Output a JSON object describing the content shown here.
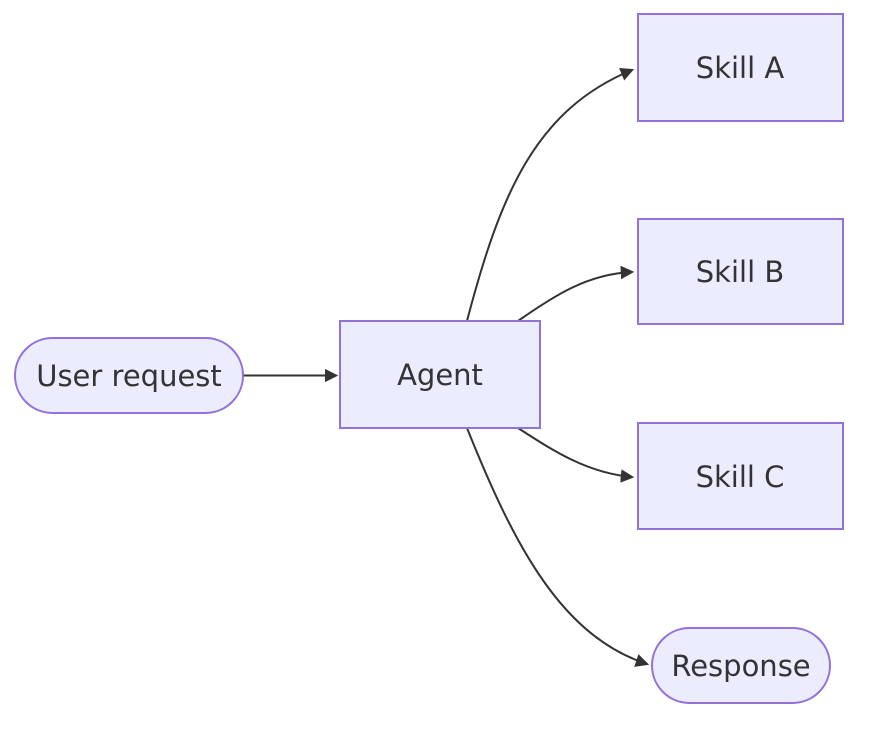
{
  "diagram": {
    "type": "flowchart",
    "direction": "left-to-right",
    "nodes": {
      "user_request": {
        "label": "User request",
        "shape": "stadium"
      },
      "agent": {
        "label": "Agent",
        "shape": "rectangle"
      },
      "skill_a": {
        "label": "Skill A",
        "shape": "rectangle"
      },
      "skill_b": {
        "label": "Skill B",
        "shape": "rectangle"
      },
      "skill_c": {
        "label": "Skill C",
        "shape": "rectangle"
      },
      "response": {
        "label": "Response",
        "shape": "stadium"
      }
    },
    "edges": [
      {
        "from": "User request",
        "to": "Agent"
      },
      {
        "from": "Agent",
        "to": "Skill A"
      },
      {
        "from": "Agent",
        "to": "Skill B"
      },
      {
        "from": "Agent",
        "to": "Skill C"
      },
      {
        "from": "Agent",
        "to": "Response"
      }
    ],
    "colors": {
      "canvas_bg": "#ffffff",
      "node_fill": "#ececff",
      "node_border": "#9370db",
      "edge_color": "#333333",
      "text_color": "#333333"
    }
  }
}
